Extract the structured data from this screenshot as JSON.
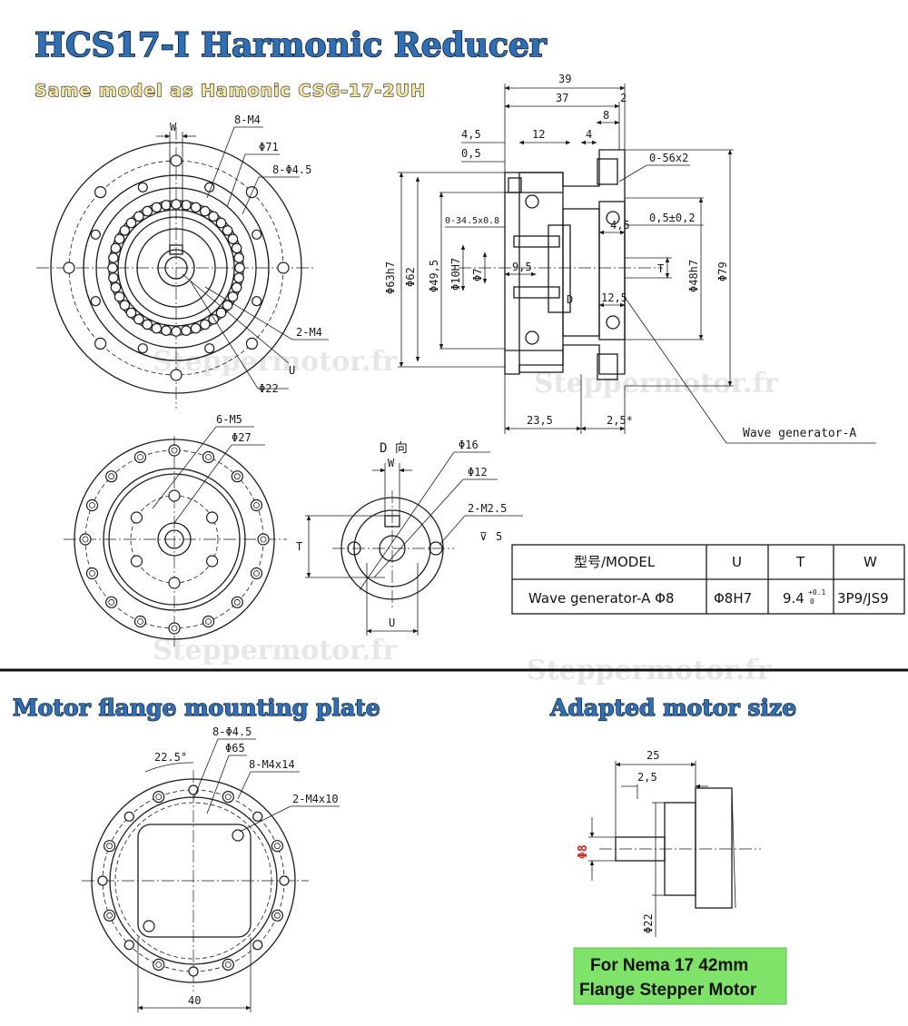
{
  "title": "HCS17-I Harmonic Reducer",
  "subtitle": "Same model as Hamonic CSG-17-2UH",
  "watermark": "Steppermotor.fr",
  "colors": {
    "title_fill": "#2f6fb6",
    "subtitle_fill": "#f3e6a3",
    "badge": "#7fe36a",
    "red_dim": "#d1261d"
  },
  "front_view": {
    "labels": {
      "w": "W",
      "holes_m4": "8-M4",
      "d71": "Φ71",
      "holes_45": "8-Φ4.5",
      "m4_2": "2-M4",
      "u": "U",
      "d22": "Φ22"
    }
  },
  "side_view": {
    "dims": {
      "d39": "39",
      "d37": "37",
      "d2": "2",
      "d8": "8",
      "d45": "4,5",
      "d12": "12",
      "d4": "4",
      "d05": "0,5",
      "o562": "0-56x2",
      "o345": "0-34.5x0.8",
      "d05pm": "0,5±0,2",
      "d45b": "4,5",
      "d63": "Φ63h7",
      "d62": "Φ62",
      "d495": "Φ49,5",
      "d10": "Φ10H7",
      "d7": "Φ7",
      "d95": "9,5",
      "t": "T",
      "d48": "Φ48h7",
      "d79": "Φ79",
      "d125": "12,5",
      "dlab": "D",
      "d235": "23,5",
      "d25": "2,5*"
    },
    "wave_label": "Wave generator-A"
  },
  "output_view": {
    "labels": {
      "m5": "6-M5",
      "d27": "Φ27"
    }
  },
  "detail_d": {
    "labels": {
      "title": "D 向",
      "w": "W",
      "d16": "Φ16",
      "d12": "Φ12",
      "m25": "2-M2.5",
      "depth": "5",
      "t": "T",
      "u": "U"
    }
  },
  "spec_table": {
    "headers": [
      "型号/MODEL",
      "U",
      "T",
      "W"
    ],
    "rows": [
      [
        "Wave generator-A Φ8",
        "Φ8H7",
        "9.4",
        "3P9/JS9"
      ]
    ],
    "t_tol_top": "+0.1",
    "t_tol_bottom": "0"
  },
  "flange_plate": {
    "heading": "Motor flange mounting plate",
    "labels": {
      "holes_45": "8-Φ4.5",
      "angle": "22.5°",
      "d65": "Φ65",
      "m4x14": "8-M4x14",
      "m4x10": "2-M4x10",
      "d40": "40"
    }
  },
  "motor_size": {
    "heading": "Adapted motor size",
    "labels": {
      "d25": "25",
      "d25b": "2,5",
      "d8": "Φ8",
      "d22": "Φ22"
    },
    "badge_line1": "For Nema 17 42mm",
    "badge_line2": "Flange Stepper Motor"
  }
}
